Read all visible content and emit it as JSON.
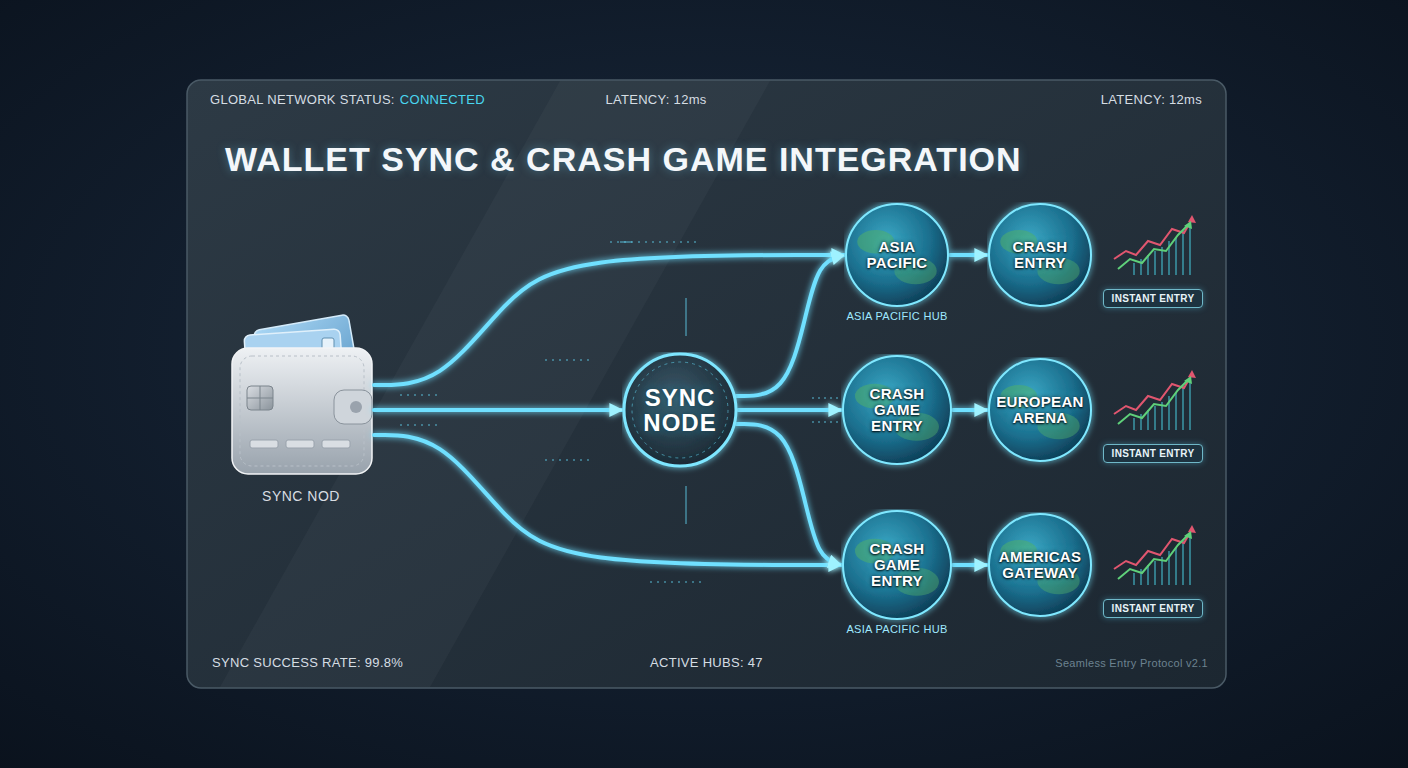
{
  "diagram": {
    "title": "WALLET SYNC & CRASH GAME INTEGRATION",
    "nodes": [
      {
        "text": [
          "SYNC NOD"
        ]
      },
      {
        "text": [
          "SYNC NODE"
        ]
      },
      {
        "text": [
          "ASIA PACIFIC",
          "ASIA PACIFIC HUB"
        ]
      },
      {
        "text": [
          "CRASH ENTRY"
        ]
      },
      {
        "text": [
          "INSTANT ENTRY"
        ]
      },
      {
        "text": [
          "CRASH GAME ENTRY"
        ]
      },
      {
        "text": [
          "EUROPEAN ARENA"
        ]
      },
      {
        "text": [
          "INSTANT ENTRY"
        ]
      },
      {
        "text": [
          "CRASH GAME ENTRY",
          "ASIA PACIFIC HUB"
        ]
      },
      {
        "text": [
          "AMERICAS GATEWAY"
        ]
      },
      {
        "text": [
          "INSTANT ENTRY"
        ]
      }
    ],
    "edges": [
      {
        "from": 0,
        "to": 1,
        "arrow": "to"
      },
      {
        "from": 0,
        "to": 2,
        "arrow": "to"
      },
      {
        "from": 0,
        "to": 8,
        "arrow": "to"
      },
      {
        "from": 1,
        "to": 2,
        "arrow": "to"
      },
      {
        "from": 1,
        "to": 5,
        "arrow": "to"
      },
      {
        "from": 1,
        "to": 8,
        "arrow": "to"
      },
      {
        "from": 2,
        "to": 3,
        "arrow": "to"
      },
      {
        "from": 5,
        "to": 6,
        "arrow": "to"
      },
      {
        "from": 8,
        "to": 9,
        "arrow": "to"
      }
    ],
    "labels": [
      "GLOBAL NETWORK STATUS:",
      "CONNECTED",
      "LATENCY: 12ms",
      "LATENCY: 12ms",
      "SYNC SUCCESS RATE: 99.8%",
      "ACTIVE HUBS: 47",
      "Seamless Entry Protocol v2.1"
    ]
  }
}
